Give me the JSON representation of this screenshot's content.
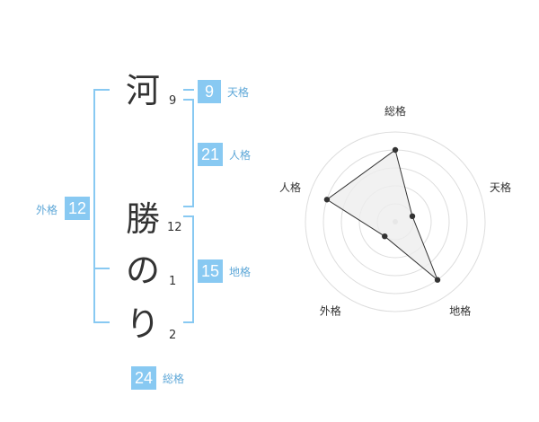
{
  "name": {
    "chars": [
      {
        "char": "河",
        "strokes": "9"
      },
      {
        "char": "勝",
        "strokes": "12"
      },
      {
        "char": "の",
        "strokes": "1"
      },
      {
        "char": "り",
        "strokes": "2"
      }
    ]
  },
  "fortune": {
    "tenkaku": {
      "value": "9",
      "label": "天格"
    },
    "jinkaku": {
      "value": "21",
      "label": "人格"
    },
    "chikaku": {
      "value": "15",
      "label": "地格"
    },
    "gaikaku": {
      "value": "12",
      "label": "外格"
    },
    "soukaku": {
      "value": "24",
      "label": "総格"
    }
  },
  "chart_data": {
    "type": "radar",
    "axes": [
      "総格",
      "天格",
      "地格",
      "外格",
      "人格"
    ],
    "values": [
      4.0,
      1.0,
      4.0,
      1.0,
      4.0
    ],
    "max": 5,
    "rings": 5,
    "colors": {
      "fill": "#eeeeee",
      "line": "#333333",
      "grid": "#dddddd",
      "center": "#cccccc"
    }
  }
}
